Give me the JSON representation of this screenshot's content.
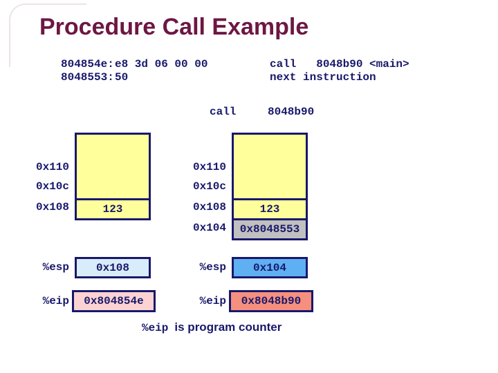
{
  "title": "Procedure Call Example",
  "colors": {
    "title_maroon": "#6d1743",
    "ink_navy": "#18186b",
    "stack_fill_yellow": "#ffff9c",
    "return_address_fill_gray": "#c0c0c0",
    "esp_before_fill": "#d8ecf9",
    "esp_after_fill": "#5fb0f2",
    "eip_before_fill": "#fbd3d3",
    "eip_after_fill": "#f5907f"
  },
  "code_listing": {
    "lines": [
      {
        "address": "804854e:",
        "bytes": "e8 3d 06 00 00",
        "disassembly": "call   8048b90 <main>"
      },
      {
        "address": "8048553:",
        "bytes": "50",
        "disassembly": "next instruction"
      }
    ]
  },
  "call_annotation": {
    "mnemonic": "call",
    "target": "8048b90"
  },
  "stack_before": {
    "address_labels": [
      "0x110",
      "0x10c",
      "0x108"
    ],
    "stored_value": "123"
  },
  "stack_after": {
    "address_labels": [
      "0x110",
      "0x10c",
      "0x108",
      "0x104"
    ],
    "stored_value": "123",
    "pushed_return_address": "0x8048553"
  },
  "registers_before": {
    "esp": {
      "name": "%esp",
      "value": "0x108"
    },
    "eip": {
      "name": "%eip",
      "value": "0x804854e"
    }
  },
  "registers_after": {
    "esp": {
      "name": "%esp",
      "value": "0x104"
    },
    "eip": {
      "name": "%eip",
      "value": "0x8048b90"
    }
  },
  "caption": {
    "register": "%eip",
    "text": "is program counter"
  }
}
